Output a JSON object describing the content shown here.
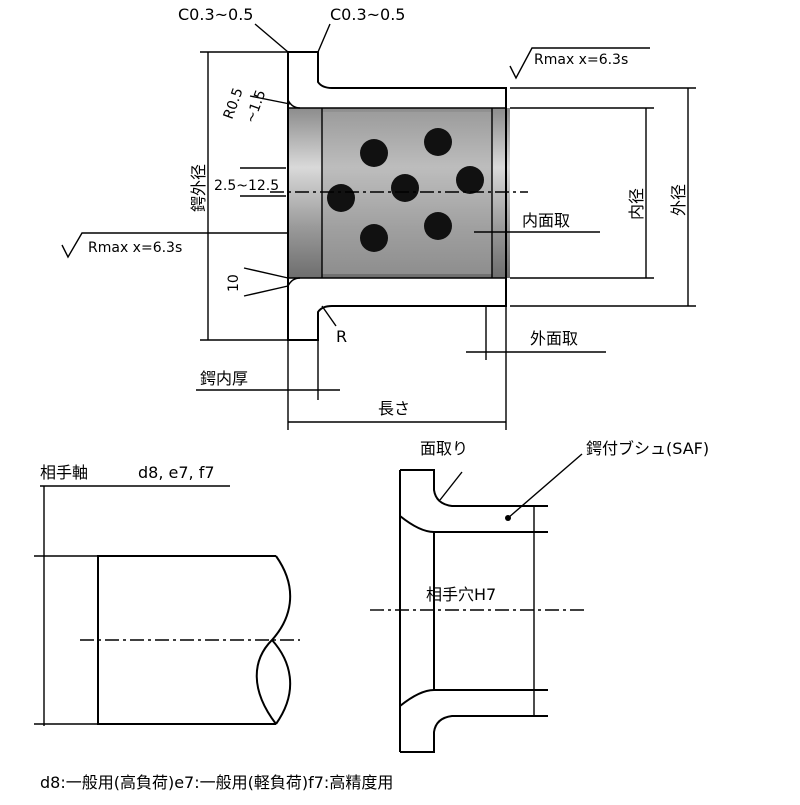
{
  "top_drawing": {
    "chamfer_left": "C0.3~0.5",
    "chamfer_right": "C0.3~0.5",
    "roughness_top": "Rmax x=6.3s",
    "roughness_left": "Rmax x=6.3s",
    "corner_radius": "R0.5",
    "corner_radius_range": "~1.5",
    "flange_outer_diameter": "鍔外径",
    "groove_pitch": "2.5~12.5",
    "flange_height": "10",
    "inner_chamfer": "内面取",
    "outer_chamfer": "外面取",
    "inner_diameter": "内径",
    "outer_diameter": "外径",
    "radius": "R",
    "flange_thickness": "鍔内厚",
    "length": "長さ"
  },
  "shaft_drawing": {
    "title": "相手軸",
    "tolerances": "d8, e7, f7"
  },
  "bushing_drawing": {
    "chamfer_label": "面取り",
    "bushing_label": "鍔付ブシュ(SAF)",
    "hole_label": "相手穴H7"
  },
  "footnote": "d8:一般用(高負荷)e7:一般用(軽負荷)f7:高精度用",
  "colors": {
    "sleeve_shade": "#8c8c8c",
    "sleeve_light": "#d9d9d9",
    "plug": "#111111"
  }
}
